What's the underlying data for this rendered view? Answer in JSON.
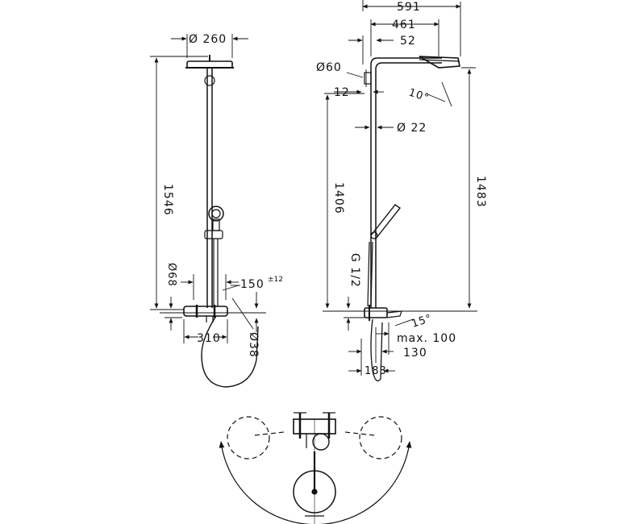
{
  "front_view": {
    "dia_head": "Ø 260",
    "height_total": "1546",
    "dia_rosette": "Ø68",
    "spout_dim": "150",
    "spout_tol": "±12",
    "centers": "310",
    "dia_outlet": "Ø38"
  },
  "side_view": {
    "width_total": "591",
    "arm_length": "461",
    "arm_offset": "52",
    "dia_wall": "Ø60",
    "wall_gap": "12",
    "dia_pipe": "Ø 22",
    "height_pipe": "1406",
    "height_head": "1483",
    "tilt": "10°",
    "thread": "G 1/2",
    "angle": "15°",
    "spout_max": "max. 100",
    "spout_reach": "130",
    "depth": "183"
  },
  "colors": {
    "line": "#111111",
    "background": "#ffffff"
  }
}
